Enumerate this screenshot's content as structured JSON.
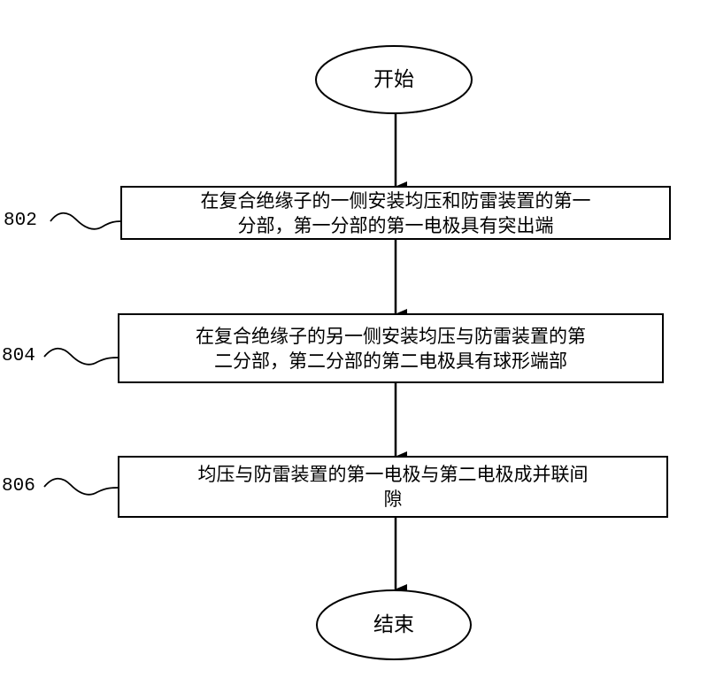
{
  "flowchart": {
    "start": {
      "label": "开始"
    },
    "steps": [
      {
        "ref": "802",
        "lines": [
          "在复合绝缘子的一侧安装均压和防雷装置的第一",
          "分部，第一分部的第一电极具有突出端"
        ]
      },
      {
        "ref": "804",
        "lines": [
          "在复合绝缘子的另一侧安装均压与防雷装置的第",
          "二分部，第二分部的第二电极具有球形端部"
        ]
      },
      {
        "ref": "806",
        "lines": [
          "均压与防雷装置的第一电极与第二电极成并联间",
          "隙"
        ]
      }
    ],
    "end": {
      "label": "结束"
    }
  }
}
